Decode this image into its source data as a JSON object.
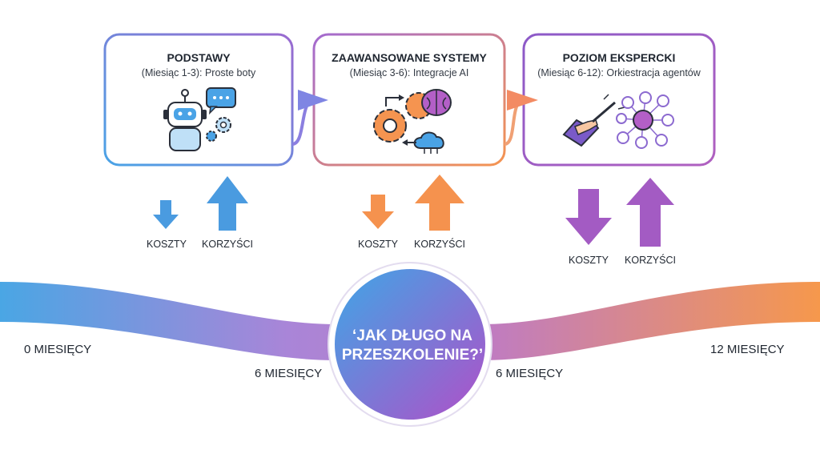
{
  "stages": [
    {
      "title": "PODSTAWY",
      "subtitle": "(Miesiąc 1-3): Proste boty",
      "costs_label": "KOSZTY",
      "benefits_label": "KORZYŚCI",
      "icon": "chatbot-robot-icon"
    },
    {
      "title": "ZAAWANSOWANE SYSTEMY",
      "subtitle": "(Miesiąc 3-6): Integracje AI",
      "costs_label": "KOSZTY",
      "benefits_label": "KORZYŚCI",
      "icon": "gears-brain-cloud-icon"
    },
    {
      "title": "POZIOM EKSPERCKI",
      "subtitle": "(Miesiąc 6-12): Orkiestracja agentów",
      "costs_label": "KOSZTY",
      "benefits_label": "KORZYŚCI",
      "icon": "conductor-agents-network-icon"
    }
  ],
  "timeline": {
    "start_label": "0 MIESIĘCY",
    "mid_left_label": "6 MIESIĘCY",
    "mid_right_label": "6 MIESIĘCY",
    "end_label": "12 MIESIĘCY",
    "center_question": "‘JAK DŁUGO NA PRZESZKOLENIE?’"
  },
  "colors": {
    "blue": "#4a9be0",
    "orange": "#f5924e",
    "purple": "#a35bc3"
  }
}
